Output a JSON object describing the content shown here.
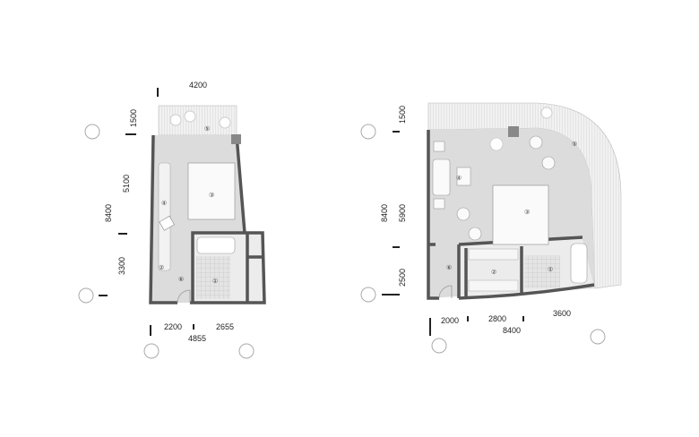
{
  "plans": [
    {
      "name": "plan-1",
      "dimensions": {
        "top_width": "4200",
        "balcony_depth": "1500",
        "room_depth": "5100",
        "total_depth": "8400",
        "bath_depth": "3300",
        "bottom_left": "2200",
        "bottom_right": "2655",
        "bottom_total": "4855"
      },
      "rooms": {
        "bathroom": "①",
        "wardrobe": "②",
        "bedroom": "③",
        "living": "④",
        "balcony": "⑤",
        "entrance": "⑥"
      }
    },
    {
      "name": "plan-2",
      "dimensions": {
        "balcony_depth": "1500",
        "total_depth": "8400",
        "room_depth": "5900",
        "bath_depth": "2500",
        "bottom_left": "2000",
        "bottom_mid": "2800",
        "bottom_right": "3600",
        "bottom_total": "8400"
      },
      "rooms": {
        "bathroom": "①",
        "wardrobe": "②",
        "bedroom": "③",
        "living": "④",
        "balcony": "⑤",
        "entrance": "⑥"
      }
    }
  ],
  "colors": {
    "floor": "#dcdcdc",
    "wall": "#555555",
    "balcony": "#eeeeee",
    "column": "#888888"
  }
}
